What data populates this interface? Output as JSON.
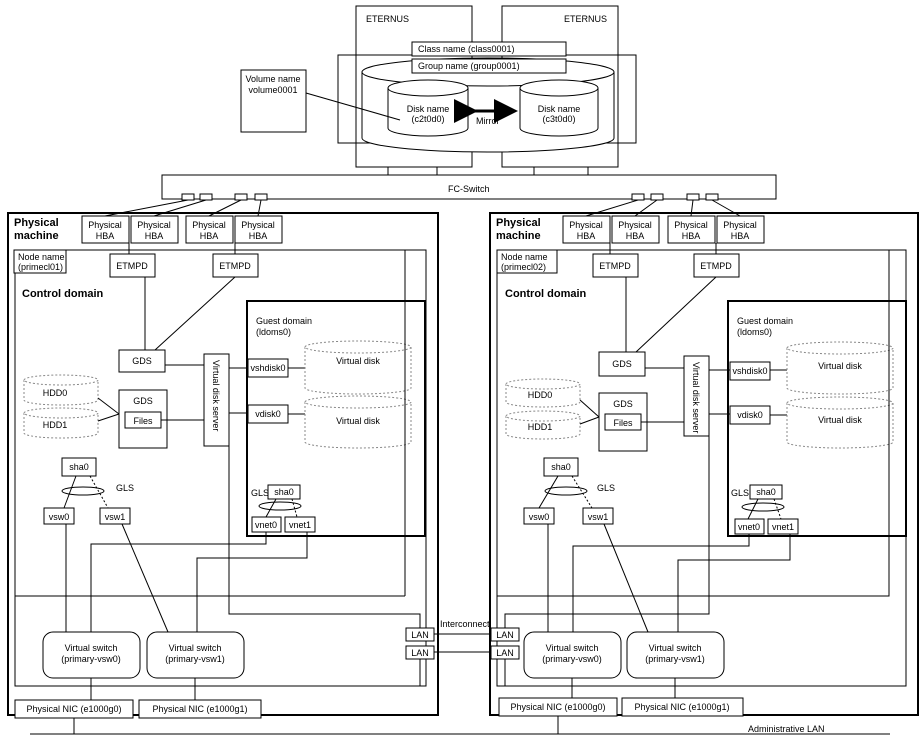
{
  "storage": {
    "eternus_left": "ETERNUS",
    "eternus_right": "ETERNUS",
    "class_name": "Class name (class0001)",
    "group_name": "Group name (group0001)",
    "volume_name": [
      "Volume name",
      "volume0001"
    ],
    "disk_left": [
      "Disk name",
      "(c2t0d0)"
    ],
    "disk_right": [
      "Disk name",
      "(c3t0d0)"
    ],
    "mirror_label": "Mirror",
    "fc_switch": "FC-Switch"
  },
  "machines": [
    {
      "title": [
        "Physical",
        "machine"
      ],
      "node_name": [
        "Node name",
        "(primecl01)"
      ],
      "hba_labels": [
        [
          "Physical",
          "HBA"
        ],
        [
          "Physical",
          "HBA"
        ],
        [
          "Physical",
          "HBA"
        ],
        [
          "Physical",
          "HBA"
        ]
      ],
      "etmpd": [
        "ETMPD",
        "ETMPD"
      ],
      "control_domain": "Control domain",
      "guest_domain": [
        "Guest domain",
        "(ldoms0)"
      ],
      "gds_top": "GDS",
      "gds_files": "GDS",
      "files": "Files",
      "virtual_disk_server": "Virtual disk server",
      "hdd": [
        "HDD0",
        "HDD1"
      ],
      "vshdisk": "vshdisk0",
      "vdisk": "vdisk0",
      "virtual_disks": [
        "Virtual disk",
        "Virtual disk"
      ],
      "sha_control": "sha0",
      "gls_control": "GLS",
      "vsw": [
        "vsw0",
        "vsw1"
      ],
      "gls_guest": "GLS",
      "sha_guest": "sha0",
      "vnet": [
        "vnet0",
        "vnet1"
      ],
      "virtual_switches": [
        [
          "Virtual switch",
          "(primary-vsw0)"
        ],
        [
          "Virtual switch",
          "(primary-vsw1)"
        ]
      ],
      "lan": [
        "LAN",
        "LAN"
      ],
      "nics": [
        "Physical NIC (e1000g0)",
        "Physical NIC (e1000g1)"
      ]
    },
    {
      "title": [
        "Physical",
        "machine"
      ],
      "node_name": [
        "Node name",
        "(primecl02)"
      ],
      "hba_labels": [
        [
          "Physical",
          "HBA"
        ],
        [
          "Physical",
          "HBA"
        ],
        [
          "Physical",
          "HBA"
        ],
        [
          "Physical",
          "HBA"
        ]
      ],
      "etmpd": [
        "ETMPD",
        "ETMPD"
      ],
      "control_domain": "Control domain",
      "guest_domain": [
        "Guest domain",
        "(ldoms0)"
      ],
      "gds_top": "GDS",
      "gds_files": "GDS",
      "files": "Files",
      "virtual_disk_server": "Virtual disk server",
      "hdd": [
        "HDD0",
        "HDD1"
      ],
      "vshdisk": "vshdisk0",
      "vdisk": "vdisk0",
      "virtual_disks": [
        "Virtual disk",
        "Virtual disk"
      ],
      "sha_control": "sha0",
      "gls_control": "GLS",
      "vsw": [
        "vsw0",
        "vsw1"
      ],
      "gls_guest": "GLS",
      "sha_guest": "sha0",
      "vnet": [
        "vnet0",
        "vnet1"
      ],
      "virtual_switches": [
        [
          "Virtual switch",
          "(primary-vsw0)"
        ],
        [
          "Virtual switch",
          "(primary-vsw1)"
        ]
      ],
      "lan": [
        "LAN",
        "LAN"
      ],
      "nics": [
        "Physical NIC (e1000g0)",
        "Physical NIC (e1000g1)"
      ]
    }
  ],
  "interconnect": "Interconnect",
  "admin_lan": "Administrative LAN"
}
